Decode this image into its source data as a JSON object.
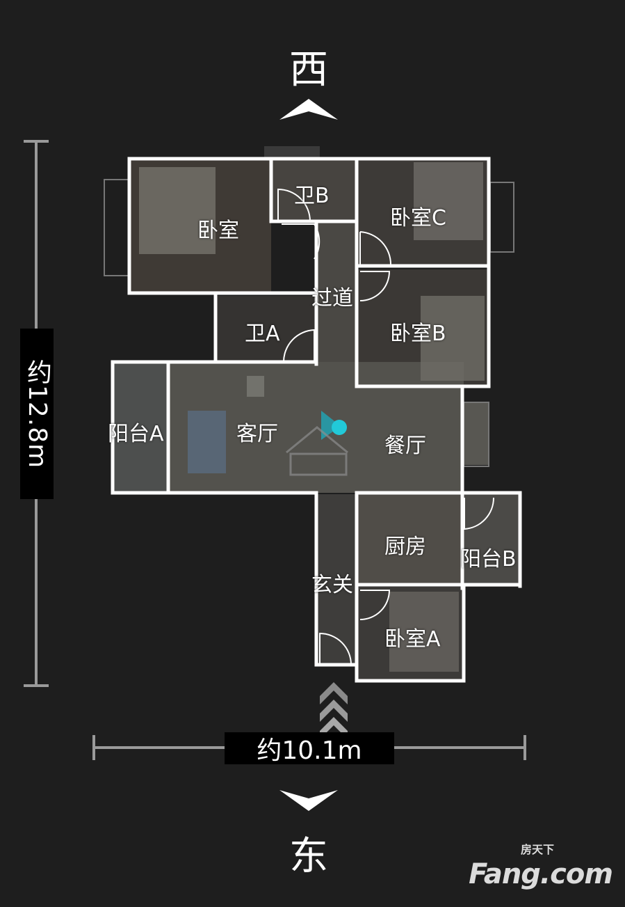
{
  "compass": {
    "north_label": "西",
    "south_label": "东"
  },
  "dimensions": {
    "height_label": "约12.8m",
    "width_label": "约10.1m"
  },
  "rooms": {
    "bedroom_master": "卧室",
    "bath_b": "卫B",
    "bedroom_c": "卧室C",
    "corridor": "过道",
    "bath_a": "卫A",
    "bedroom_b": "卧室B",
    "balcony_a": "阳台A",
    "living": "客厅",
    "dining": "餐厅",
    "kitchen": "厨房",
    "balcony_b": "阳台B",
    "entrance": "玄关",
    "bedroom_a": "卧室A"
  },
  "watermark": {
    "brand": "Fang.com",
    "brand_cn": "房天下"
  },
  "colors": {
    "background": "#1e1e1e",
    "wall": "#ffffff",
    "marker": "#22c9d8",
    "floor": "#4a4a44"
  }
}
